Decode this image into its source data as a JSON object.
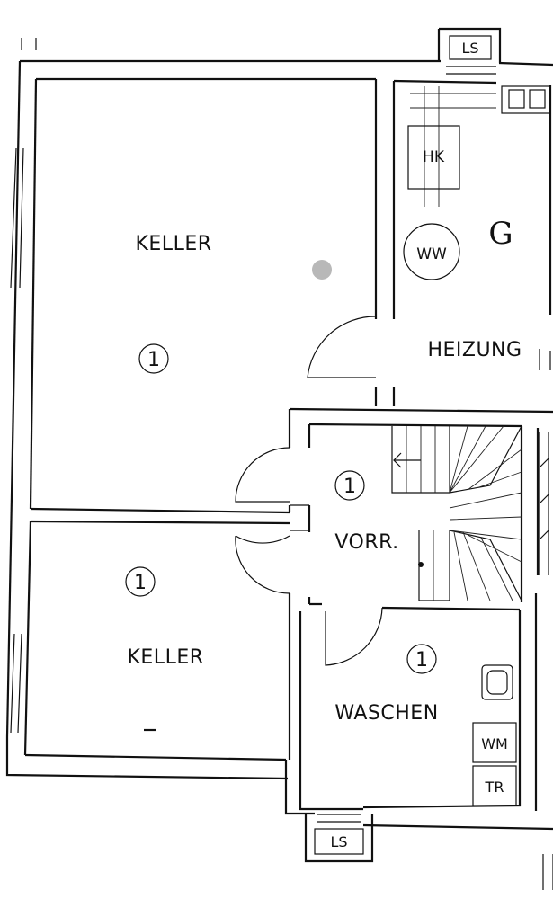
{
  "rooms": {
    "keller_upper": {
      "label": "KELLER",
      "number": "1"
    },
    "keller_lower": {
      "label": "KELLER",
      "number": "1"
    },
    "heizung": {
      "label": "HEIZUNG"
    },
    "vorraum": {
      "label": "VORR.",
      "number": "1"
    },
    "waschen": {
      "label": "WASCHEN",
      "number": "1"
    }
  },
  "fixtures": {
    "hk": "HK",
    "ww": "WW",
    "wm": "WM",
    "tr": "TR",
    "ls_top": "LS",
    "ls_bottom": "LS"
  },
  "section_mark": "G"
}
